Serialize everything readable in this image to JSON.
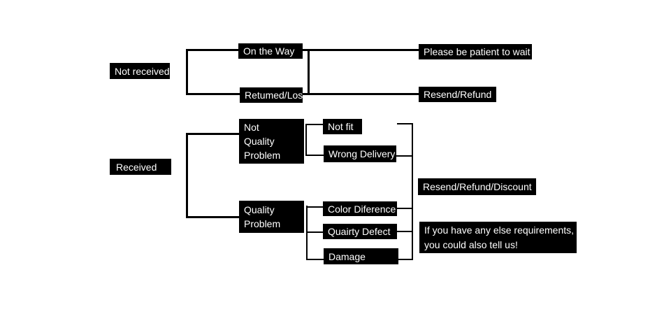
{
  "diagram": {
    "colors": {
      "background": "#ffffff",
      "box_background": "#000000",
      "box_text": "#ffffff",
      "line": "#000000"
    },
    "nodes": {
      "not_received": "Not received",
      "on_the_way": "On the Way",
      "returned_lost": "Retumed/Lost",
      "please_wait": "Please be patient to wait",
      "resend_refund": "Resend/Refund",
      "received": "Received",
      "not_quality_problem": "Not\nQuality\nProblem",
      "quality_problem": "Quality\nProblem",
      "not_fit": "Not fit",
      "wrong_delivery": "Wrong Delivery",
      "color_difference": "Color Diference",
      "quality_defect": "Quairty Defect",
      "damage": "Damage",
      "resend_refund_discount": "Resend/Refund/Discount",
      "else_requirements": "If you have any else requirements,\nyou could also tell us!"
    }
  }
}
